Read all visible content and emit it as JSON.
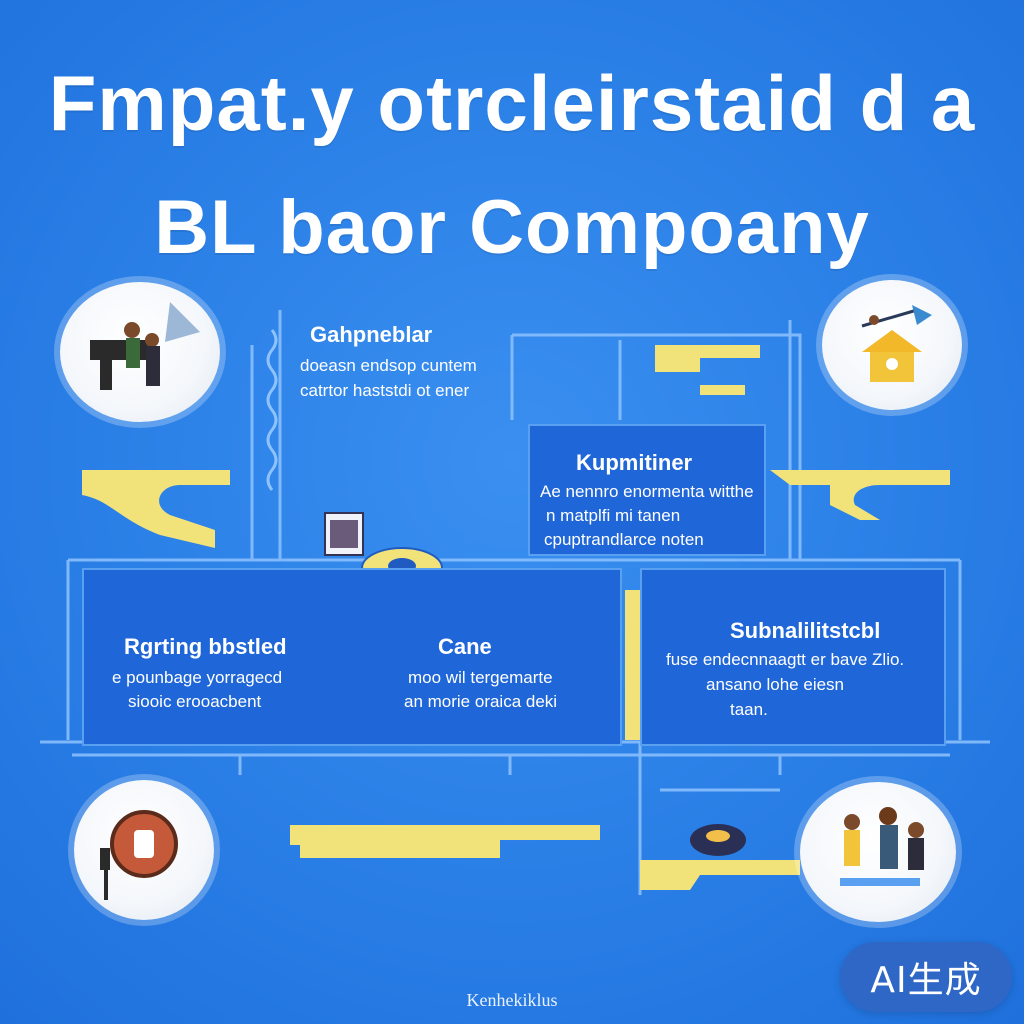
{
  "title": {
    "line1": "Fmpat.y otrcleirstaid d a",
    "line2": "BL baor Compoany"
  },
  "blocks": {
    "top_left": {
      "heading": "Gahpneblar",
      "lines": [
        "doeasn endsop cuntem",
        "catrtor haststdi ot ener"
      ]
    },
    "top_center": {
      "heading": "Kupmitiner",
      "lines": [
        "Ae nennro enormenta witthe",
        "n matplfi mi tanen",
        "cpuptrandlarce noten"
      ]
    },
    "bottom_left": {
      "heading": "Rgrting bbstled",
      "lines": [
        "e pounbage yorragecd",
        "siooic erooacbent"
      ]
    },
    "bottom_center": {
      "heading": "Cane",
      "lines": [
        "moo wil tergemarte",
        "an morie oraica deki"
      ]
    },
    "bottom_right": {
      "heading": "Subnalilitstcbl",
      "lines": [
        "fuse endecnnaagtt er bave Zlio.",
        "ansano lohe eiesn",
        "taan."
      ]
    }
  },
  "footer": "Kenhekiklus",
  "badge": "AI生成",
  "colors": {
    "background": "#2a7fe6",
    "panel": "#1f66d8",
    "accent_yellow": "#f2e27a",
    "text": "#ffffff"
  }
}
